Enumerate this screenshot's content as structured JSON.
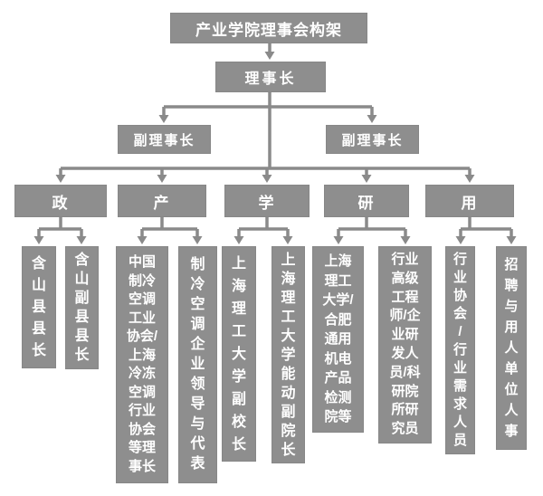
{
  "colors": {
    "box_fill": "#8e8e8e",
    "connector": "#8a8a8a",
    "box_text": "#ffffff",
    "background": "#ffffff"
  },
  "org": {
    "title": "产业学院理事会构架",
    "chairman": "理事长",
    "vice_chairmen": [
      "副理事长",
      "副理事长"
    ],
    "groups": [
      {
        "label": "政",
        "members": [
          {
            "label": "含山县县长",
            "lines": [
              "含",
              "山",
              "县",
              "县",
              "长"
            ]
          },
          {
            "label": "含山副县县长",
            "lines": [
              "含",
              "山",
              "副",
              "县",
              "县",
              "长"
            ]
          }
        ]
      },
      {
        "label": "产",
        "members": [
          {
            "label": "中国制冷空调工业协会/上海冷冻空调行业协会等理事长",
            "lines": [
              "中国",
              "制冷",
              "空调",
              "工业",
              "协会/",
              "上海",
              "冷冻",
              "空调",
              "行业",
              "协会",
              "等理",
              "事长"
            ]
          },
          {
            "label": "制冷空调企业领导与代表",
            "lines": [
              "制",
              "冷",
              "空",
              "调",
              "企",
              "业",
              "领",
              "导",
              "与",
              "代",
              "表"
            ]
          }
        ]
      },
      {
        "label": "学",
        "members": [
          {
            "label": "上海理工大学副校长",
            "lines": [
              "上",
              "海",
              "理",
              "工",
              "大",
              "学",
              "副",
              "校",
              "长"
            ]
          },
          {
            "label": "上海理工大学能动副院长",
            "lines": [
              "上",
              "海",
              "理",
              "工",
              "大",
              "学",
              "能",
              "动",
              "副",
              "院",
              "长"
            ]
          }
        ]
      },
      {
        "label": "研",
        "members": [
          {
            "label": "上海理工大学/合肥通用机电产品检测院等",
            "lines": [
              "上海",
              "理工",
              "大学/",
              "合肥",
              "通用",
              "机电",
              "产品",
              "检测",
              "院等"
            ]
          },
          {
            "label": "行业高级工程师/企业研发人员/科研院所研究员",
            "lines": [
              "行业",
              "高级",
              "工程",
              "师/企",
              "业研",
              "发人",
              "员/科",
              "研院",
              "所研",
              "究员"
            ]
          }
        ]
      },
      {
        "label": "用",
        "members": [
          {
            "label": "行业协会/行业需求人员",
            "lines": [
              "行",
              "业",
              "协",
              "会",
              "/",
              "行",
              "业",
              "需",
              "求",
              "人",
              "员"
            ]
          },
          {
            "label": "招聘与用人单位人事",
            "lines": [
              "招",
              "聘",
              "与",
              "用",
              "人",
              "单",
              "位",
              "人",
              "事"
            ]
          }
        ]
      }
    ]
  }
}
